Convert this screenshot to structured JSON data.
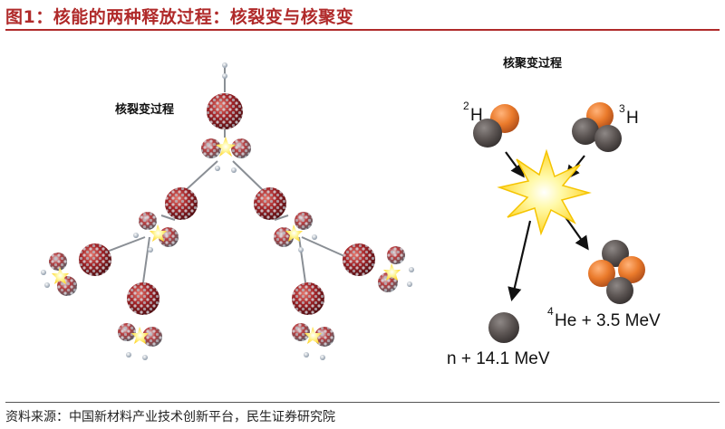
{
  "figure": {
    "title": "图1：核能的两种释放过程：核裂变与核聚变",
    "source": "资料来源：中国新材料产业技术创新平台，民生证券研究院"
  },
  "fission": {
    "label": "核裂变过程"
  },
  "fusion": {
    "label": "核聚变过程",
    "deuterium": {
      "mass": "2",
      "symbol": "H"
    },
    "tritium": {
      "mass": "3",
      "symbol": "H"
    },
    "helium": {
      "mass": "4",
      "text": "He + 3.5 MeV"
    },
    "neutron": {
      "text": "n + 14.1 MeV"
    }
  },
  "colors": {
    "accent": "#b02a2a",
    "proton": "#e8792a",
    "neutron_particle": "#5b5452",
    "flash": "#ffe23a"
  }
}
